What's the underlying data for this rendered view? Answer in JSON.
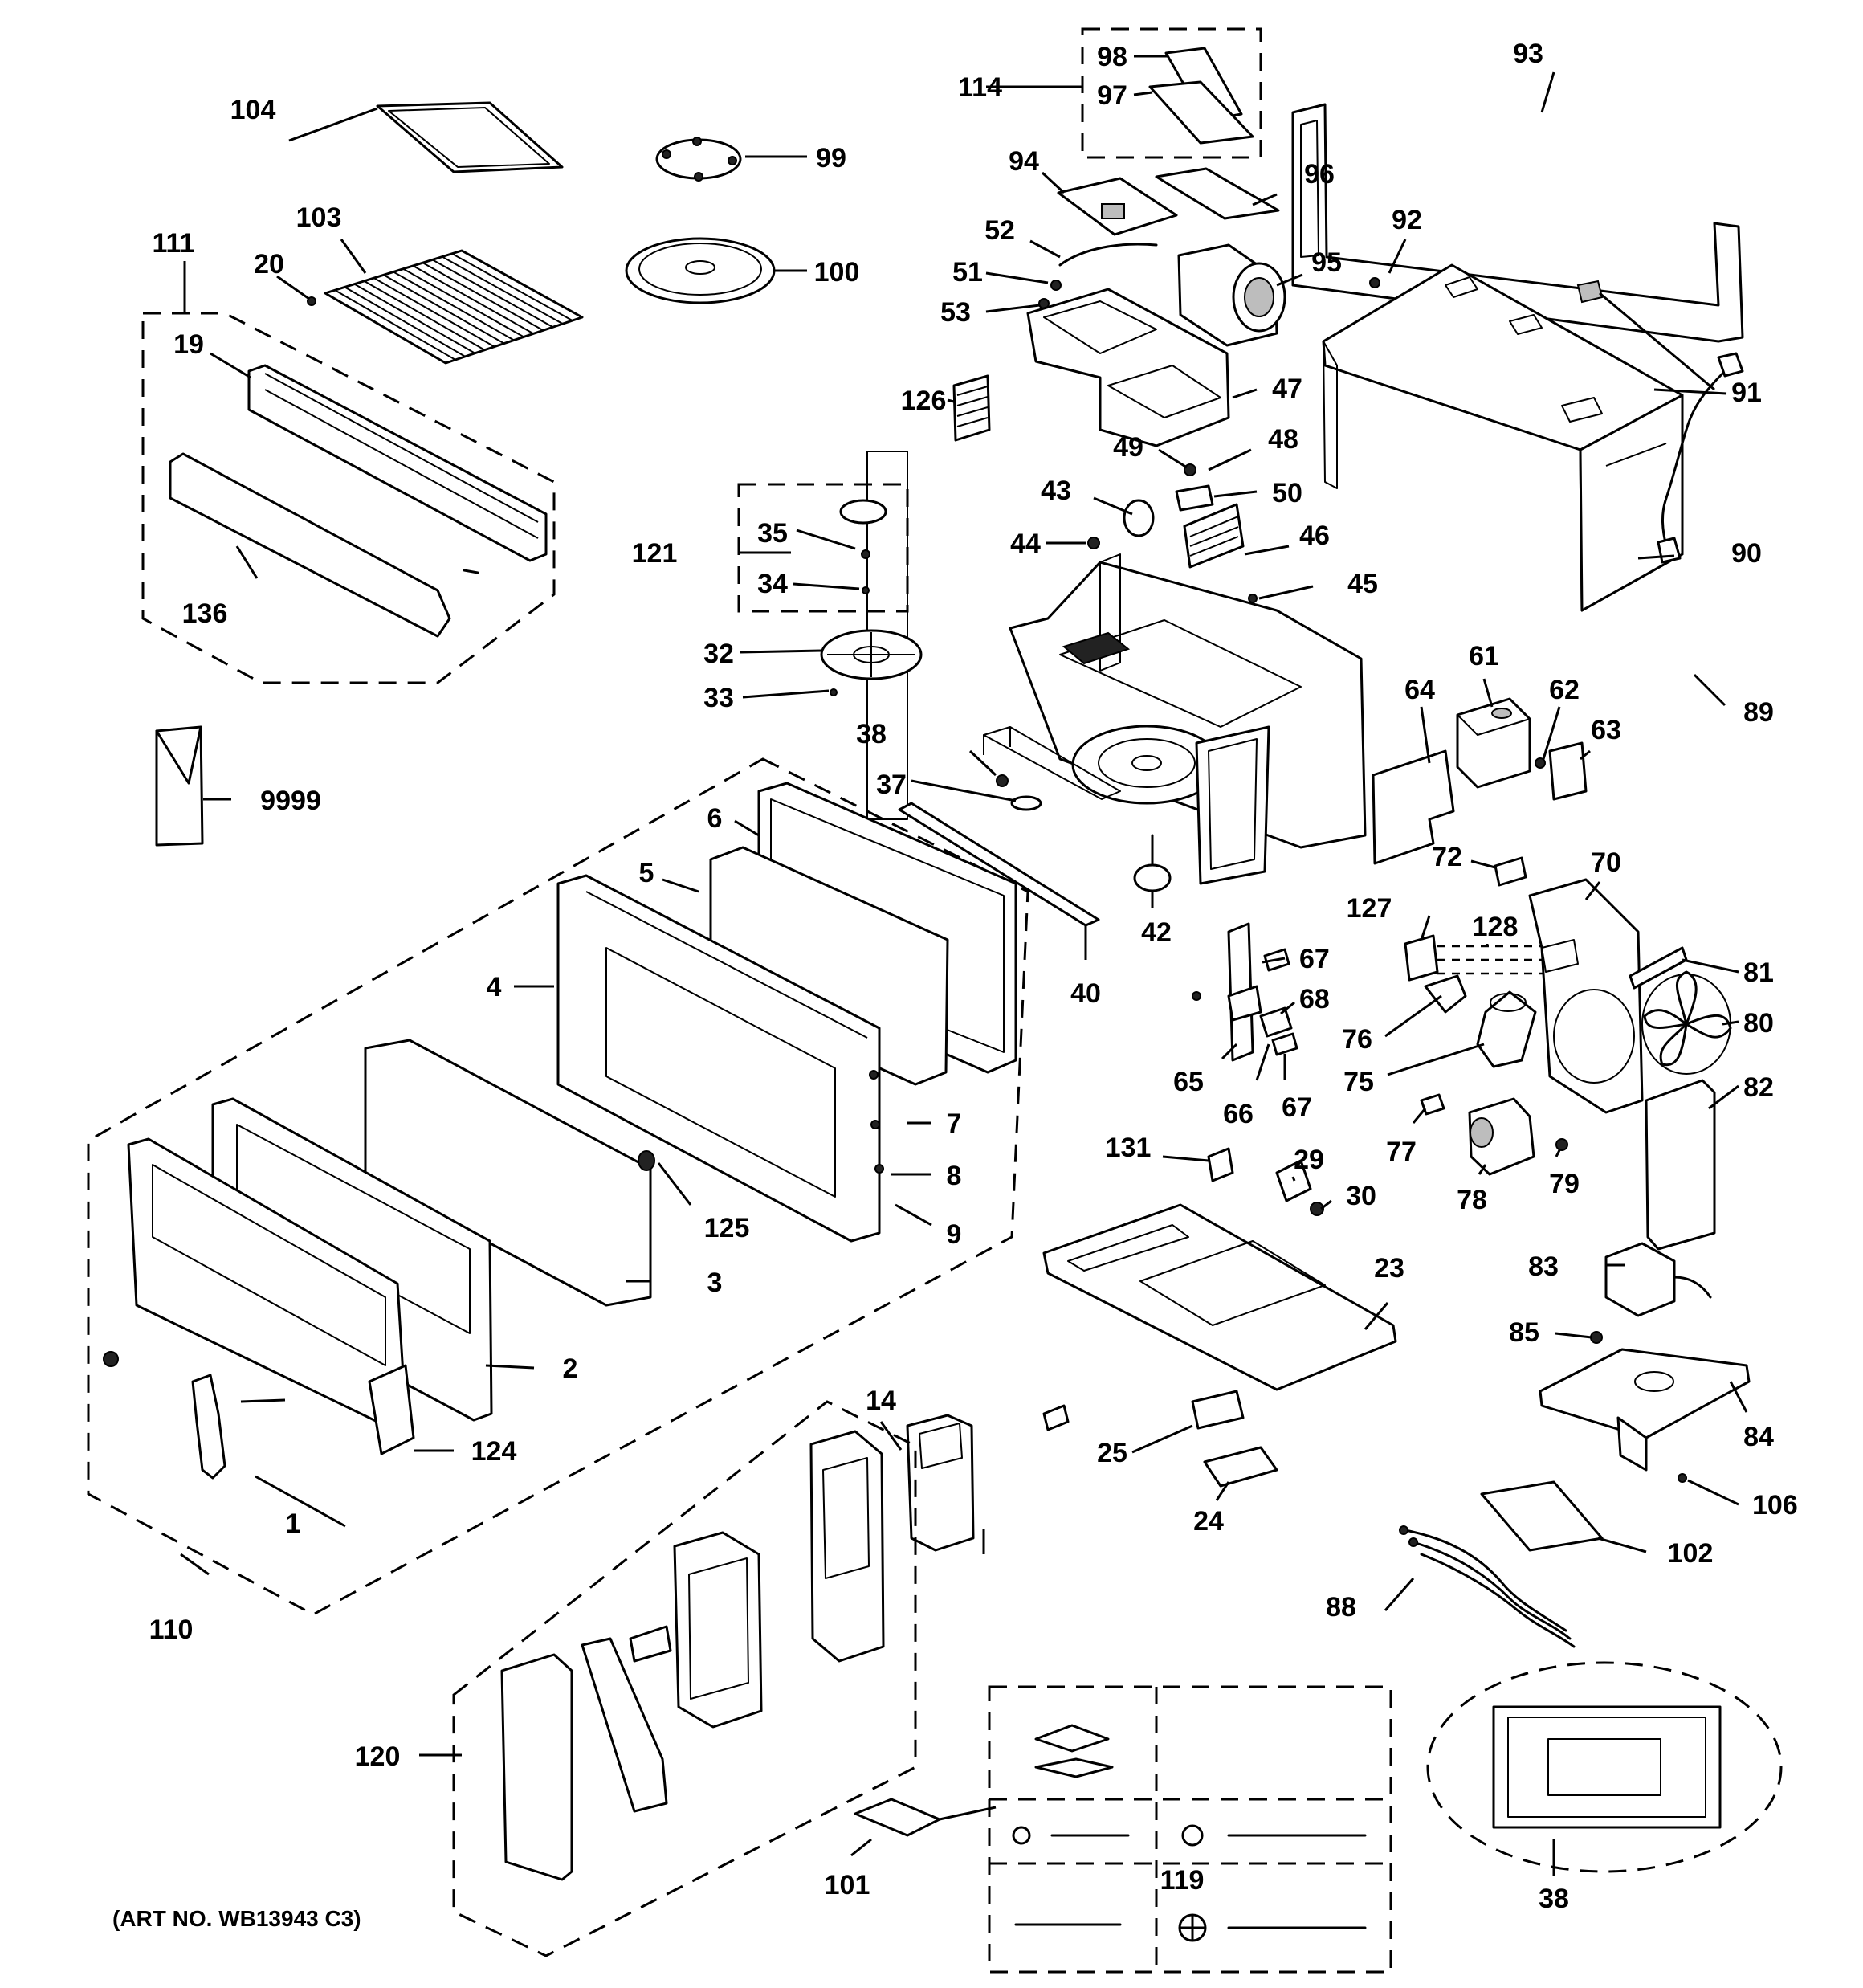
{
  "art_number": "(ART NO. WB13943 C3)",
  "callouts": {
    "c1": "1",
    "c2": "2",
    "c3": "3",
    "c4": "4",
    "c5": "5",
    "c6": "6",
    "c7": "7",
    "c8": "8",
    "c9": "9",
    "c14": "14",
    "c19": "19",
    "c20": "20",
    "c23": "23",
    "c24": "24",
    "c25": "25",
    "c29": "29",
    "c30": "30",
    "c32": "32",
    "c33": "33",
    "c34": "34",
    "c35": "35",
    "c37": "37",
    "c38a": "38",
    "c38b": "38",
    "c40": "40",
    "c42": "42",
    "c43": "43",
    "c44": "44",
    "c45": "45",
    "c46": "46",
    "c47": "47",
    "c48": "48",
    "c49": "49",
    "c50": "50",
    "c51": "51",
    "c52": "52",
    "c53": "53",
    "c61": "61",
    "c62": "62",
    "c63": "63",
    "c64": "64",
    "c65": "65",
    "c66": "66",
    "c67a": "67",
    "c67b": "67",
    "c68": "68",
    "c70": "70",
    "c72": "72",
    "c75": "75",
    "c76": "76",
    "c77": "77",
    "c78": "78",
    "c79": "79",
    "c80": "80",
    "c81": "81",
    "c82": "82",
    "c83": "83",
    "c84": "84",
    "c85": "85",
    "c88": "88",
    "c89": "89",
    "c90": "90",
    "c91": "91",
    "c92": "92",
    "c93": "93",
    "c94": "94",
    "c95": "95",
    "c96": "96",
    "c97": "97",
    "c98": "98",
    "c99": "99",
    "c100": "100",
    "c101": "101",
    "c102": "102",
    "c103": "103",
    "c104": "104",
    "c106": "106",
    "c110": "110",
    "c111": "111",
    "c114": "114",
    "c119": "119",
    "c120": "120",
    "c121": "121",
    "c124": "124",
    "c125": "125",
    "c126": "126",
    "c127": "127",
    "c128": "128",
    "c131": "131",
    "c136": "136",
    "c9999": "9999"
  }
}
